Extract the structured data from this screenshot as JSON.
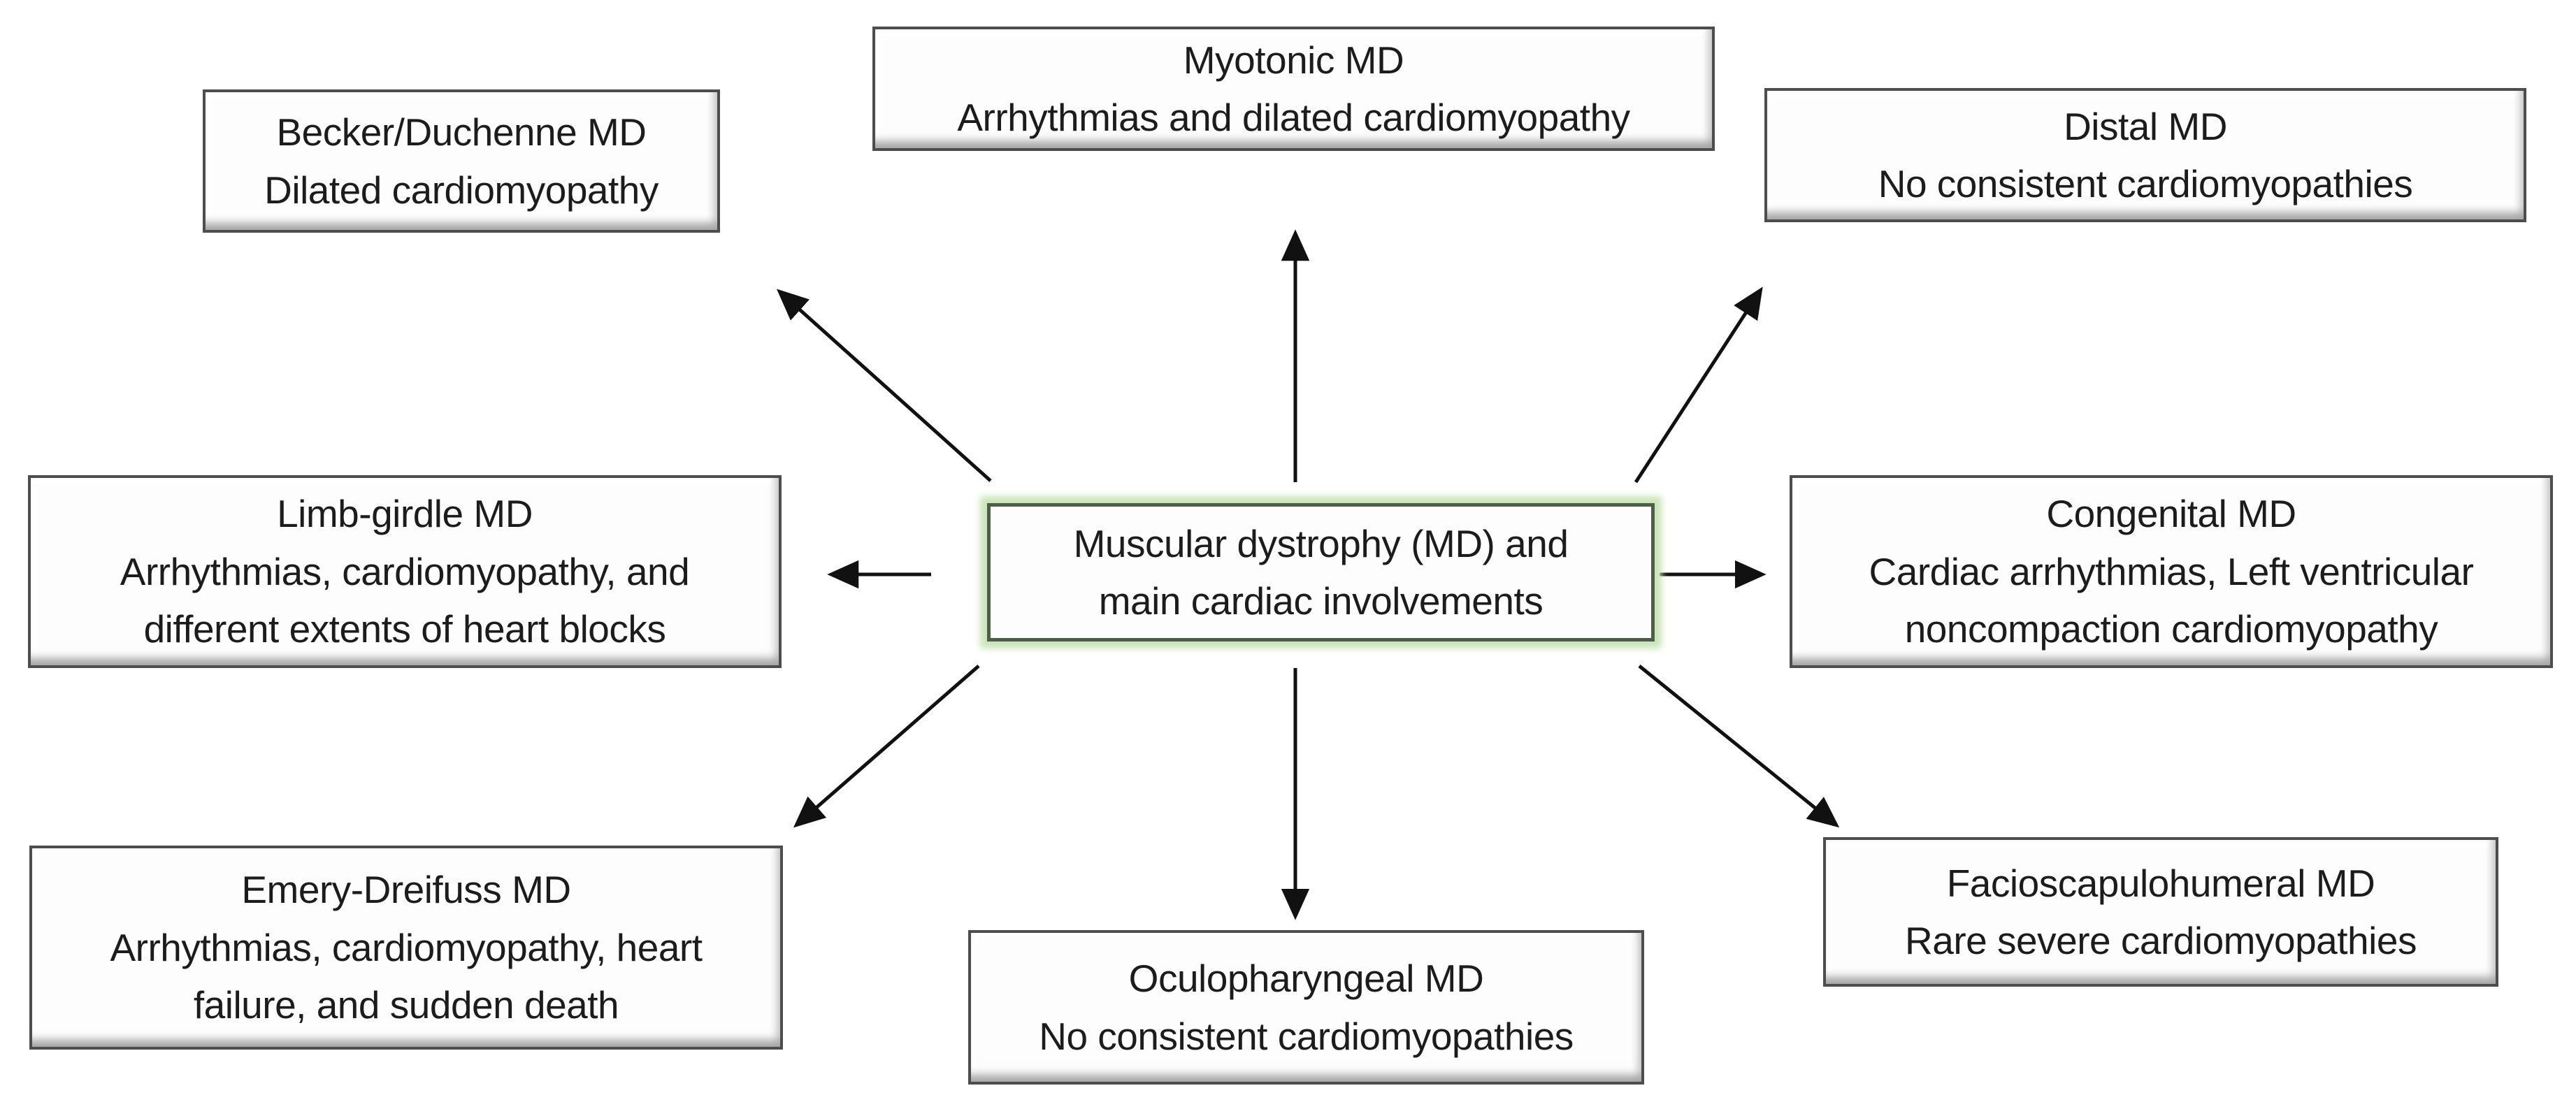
{
  "diagram": {
    "center_node": {
      "text": "Muscular dystrophy (MD) and\nmain cardiac involvements",
      "border_color": "#4e5c48",
      "glow_color": "#cbe5ba"
    },
    "nodes": [
      {
        "id": "becker-duchenne",
        "title": "Becker/Duchenne MD",
        "detail": "Dilated cardiomyopathy"
      },
      {
        "id": "myotonic",
        "title": "Myotonic MD",
        "detail": "Arrhythmias and dilated cardiomyopathy"
      },
      {
        "id": "distal",
        "title": "Distal MD",
        "detail": "No consistent cardiomyopathies"
      },
      {
        "id": "limb-girdle",
        "title": "Limb-girdle MD",
        "detail": "Arrhythmias, cardiomyopathy, and\ndifferent extents of heart blocks"
      },
      {
        "id": "congenital",
        "title": "Congenital MD",
        "detail": "Cardiac arrhythmias, Left ventricular\nnoncompaction cardiomyopathy"
      },
      {
        "id": "emery-dreifuss",
        "title": "Emery-Dreifuss MD",
        "detail": "Arrhythmias, cardiomyopathy, heart\nfailure, and sudden death"
      },
      {
        "id": "oculopharyngeal",
        "title": "Oculopharyngeal MD",
        "detail": "No consistent cardiomyopathies"
      },
      {
        "id": "facioscapulohumeral",
        "title": "Facioscapulohumeral MD",
        "detail": "Rare severe cardiomyopathies"
      }
    ],
    "colors": {
      "background": "#ffffff",
      "node_background": "#fdfdfd",
      "node_border": "#4d4d4d",
      "text": "#1c1c1c",
      "arrow": "#111111"
    }
  }
}
